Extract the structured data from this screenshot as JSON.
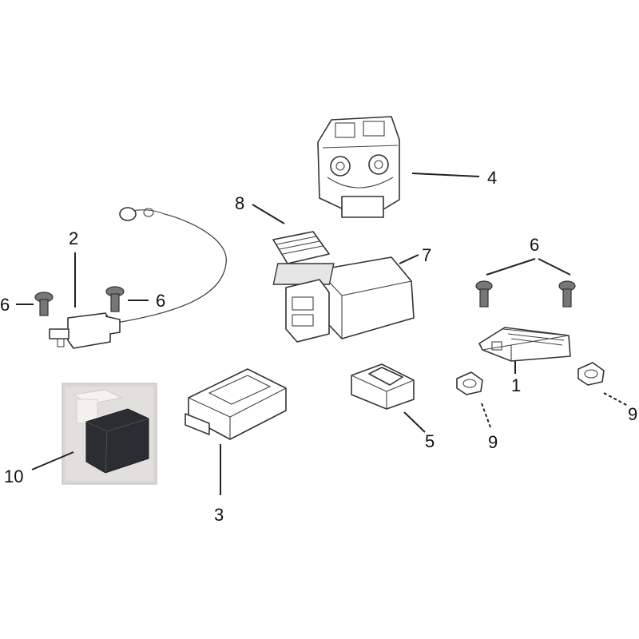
{
  "callouts": [
    {
      "id": "1",
      "text": "1"
    },
    {
      "id": "2",
      "text": "2"
    },
    {
      "id": "3",
      "text": "3"
    },
    {
      "id": "4",
      "text": "4"
    },
    {
      "id": "5",
      "text": "5"
    },
    {
      "id": "6a",
      "text": "6"
    },
    {
      "id": "6b",
      "text": "6"
    },
    {
      "id": "6c",
      "text": "6"
    },
    {
      "id": "7",
      "text": "7"
    },
    {
      "id": "8",
      "text": "8"
    },
    {
      "id": "9a",
      "text": "9"
    },
    {
      "id": "9b",
      "text": "9"
    },
    {
      "id": "10",
      "text": "10"
    }
  ],
  "parts": {
    "regulator_rectifier": "1",
    "ignition_coil": "2",
    "cdi_unit": "3",
    "starter_relay": "4",
    "relay_5": "5",
    "bolt": "6",
    "flasher_unit": "7",
    "pad": "8",
    "rubber_clip": "9",
    "relay_photo": "10"
  }
}
